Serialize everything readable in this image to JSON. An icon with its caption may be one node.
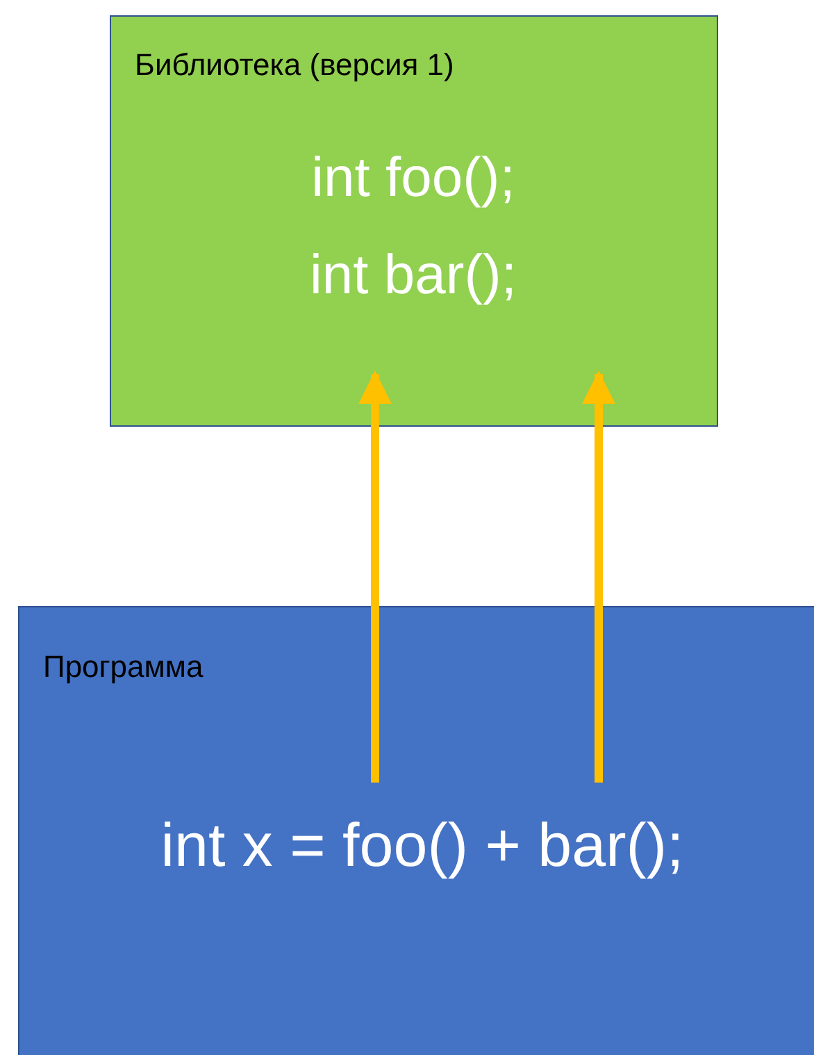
{
  "diagram": {
    "nodes": [
      {
        "text": [
          "Библиотека (версия 1)"
        ]
      },
      {
        "text": [
          "int foo(); int bar();"
        ],
        "in": 0
      },
      {
        "text": [
          "Программа"
        ]
      },
      {
        "text": [
          "int x = foo() + bar();"
        ],
        "in": 2
      }
    ],
    "edges": [
      {
        "from": 3,
        "to": 1,
        "arrow": "to"
      },
      {
        "from": 3,
        "to": 1,
        "arrow": "to"
      }
    ]
  }
}
